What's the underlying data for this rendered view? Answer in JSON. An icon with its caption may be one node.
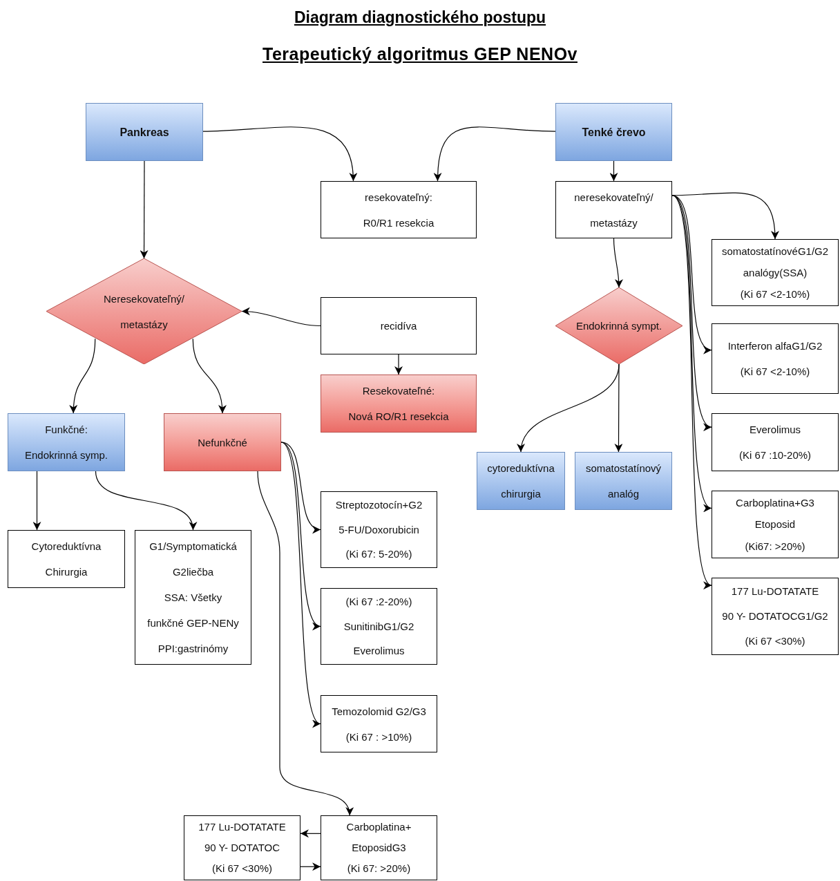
{
  "diagram": {
    "title": "Diagram diagnostického postupu",
    "nodes": [
      {
        "text": [
          "Pankreas"
        ]
      },
      {
        "text": [
          "resekovateľný:",
          "R0/R1 resekcia"
        ]
      },
      {
        "text": [
          "Tenké črevo"
        ]
      },
      {
        "text": [
          "neresekovateľný/",
          "metastázy"
        ]
      },
      {
        "text": [
          "Neresekovateľný/",
          "metastázy"
        ]
      },
      {
        "text": [
          "recidíva"
        ]
      },
      {
        "text": [
          "Resekovateľné:",
          "Nová RO/R1 resekcia"
        ]
      },
      {
        "text": [
          "Endokrinná sympt."
        ]
      },
      {
        "text": [
          "somatostatínovéG1/G2",
          "analógy(SSA)",
          "(Ki 67 <2-10%)"
        ]
      },
      {
        "text": [
          "Interferon alfaG1/G2",
          "(Ki 67 <2-10%)"
        ]
      },
      {
        "text": [
          "Everolimus",
          "(Ki 67 :10-20%)"
        ]
      },
      {
        "text": [
          "Carboplatina+G3",
          "Etoposid",
          "(Ki67: >20%)"
        ]
      },
      {
        "text": [
          "177 Lu-DOTATATE",
          "90 Y- DOTATOCG1/G2",
          "(Ki 67 <30%)"
        ]
      },
      {
        "text": [
          "Funkčné:",
          "Endokrinná symp."
        ]
      },
      {
        "text": [
          "Nefunkčné"
        ]
      },
      {
        "text": [
          "cytoreduktívna",
          "chirurgia"
        ]
      },
      {
        "text": [
          "somatostatínový",
          "analóg"
        ]
      },
      {
        "text": [
          "Cytoreduktívna",
          "Chirurgia"
        ]
      },
      {
        "text": [
          "G1/Symptomatická",
          "G2liečba",
          "SSA: Všetky",
          "funkčné GEP-NENy",
          "PPI:gastrinómy"
        ]
      },
      {
        "text": [
          "Streptozotocín+G2",
          "5-FU/Doxorubicin",
          "(Ki 67: 5-20%)"
        ]
      },
      {
        "text": [
          "(Ki 67 :2-20%)",
          "SunitinibG1/G2",
          "Everolimus"
        ]
      },
      {
        "text": [
          "Temozolomid G2/G3",
          "(Ki 67 : >10%)"
        ]
      },
      {
        "text": [
          "177 Lu-DOTATATE",
          "90 Y- DOTATOC",
          "(Ki 67 <30%)"
        ]
      },
      {
        "text": [
          "Carboplatina+",
          "EtoposidG3",
          "(Ki 67: >20%)"
        ]
      }
    ],
    "edges": [
      {
        "from": 0,
        "to": 1,
        "arrow": "to"
      },
      {
        "from": 2,
        "to": 1,
        "arrow": "to"
      },
      {
        "from": 2,
        "to": 3,
        "arrow": "to"
      },
      {
        "from": 0,
        "to": 4,
        "arrow": "to"
      },
      {
        "from": 5,
        "to": 4,
        "arrow": "to"
      },
      {
        "from": 5,
        "to": 6,
        "arrow": "to"
      },
      {
        "from": 3,
        "to": 7,
        "arrow": "to"
      },
      {
        "from": 3,
        "to": 8,
        "arrow": "to"
      },
      {
        "from": 3,
        "to": 9,
        "arrow": "to"
      },
      {
        "from": 3,
        "to": 10,
        "arrow": "to"
      },
      {
        "from": 3,
        "to": 11,
        "arrow": "to"
      },
      {
        "from": 3,
        "to": 12,
        "arrow": "to"
      },
      {
        "from": 4,
        "to": 13,
        "arrow": "to"
      },
      {
        "from": 4,
        "to": 14,
        "arrow": "to"
      },
      {
        "from": 7,
        "to": 15,
        "arrow": "to"
      },
      {
        "from": 7,
        "to": 16,
        "arrow": "to"
      },
      {
        "from": 13,
        "to": 17,
        "arrow": "to"
      },
      {
        "from": 13,
        "to": 18,
        "arrow": "to"
      },
      {
        "from": 14,
        "to": 19,
        "arrow": "to"
      },
      {
        "from": 14,
        "to": 20,
        "arrow": "to"
      },
      {
        "from": 14,
        "to": 21,
        "arrow": "to"
      },
      {
        "from": 14,
        "to": 23,
        "arrow": "to"
      },
      {
        "from": 23,
        "to": 22,
        "arrow": "to"
      },
      {
        "from": 22,
        "to": 23,
        "arrow": "to"
      }
    ],
    "labels": [
      "Terapeutický algoritmus GEP NENOv"
    ]
  }
}
